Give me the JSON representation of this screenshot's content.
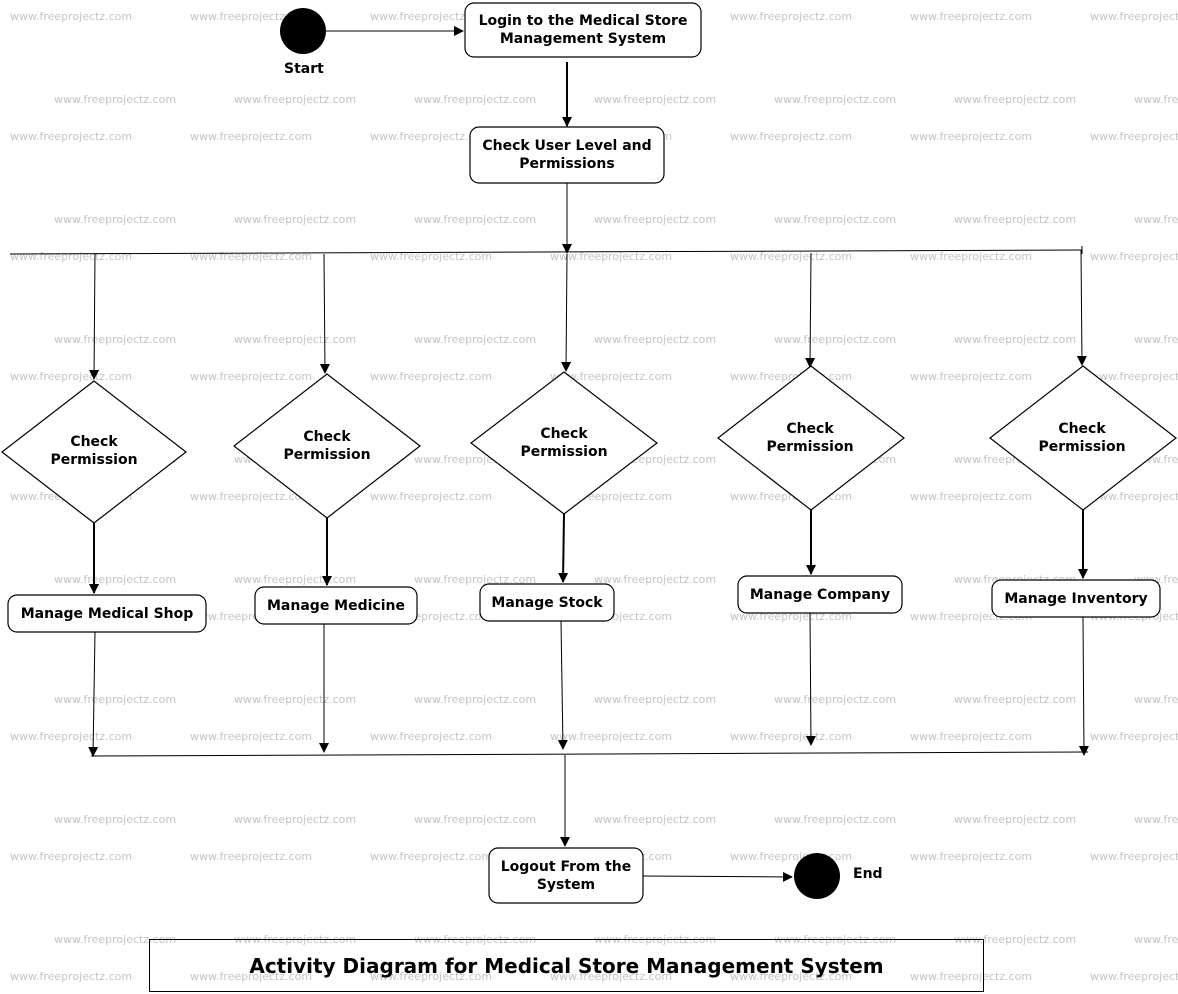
{
  "watermark": "www.freeprojectz.com",
  "start_label": "Start",
  "end_label": "End",
  "nodes": {
    "login": [
      "Login to the Medical Store",
      "Management System"
    ],
    "check_level": [
      "Check User Level and",
      "Permissions"
    ],
    "logout": [
      "Logout From the",
      "System"
    ]
  },
  "decisions": [
    [
      "Check",
      "Permission"
    ],
    [
      "Check",
      "Permission"
    ],
    [
      "Check",
      "Permission"
    ],
    [
      "Check",
      "Permission"
    ],
    [
      "Check",
      "Permission"
    ]
  ],
  "activities": [
    "Manage Medical Shop",
    "Manage Medicine",
    "Manage Stock",
    "Manage Company",
    "Manage Inventory"
  ],
  "title": "Activity Diagram for Medical Store Management System"
}
